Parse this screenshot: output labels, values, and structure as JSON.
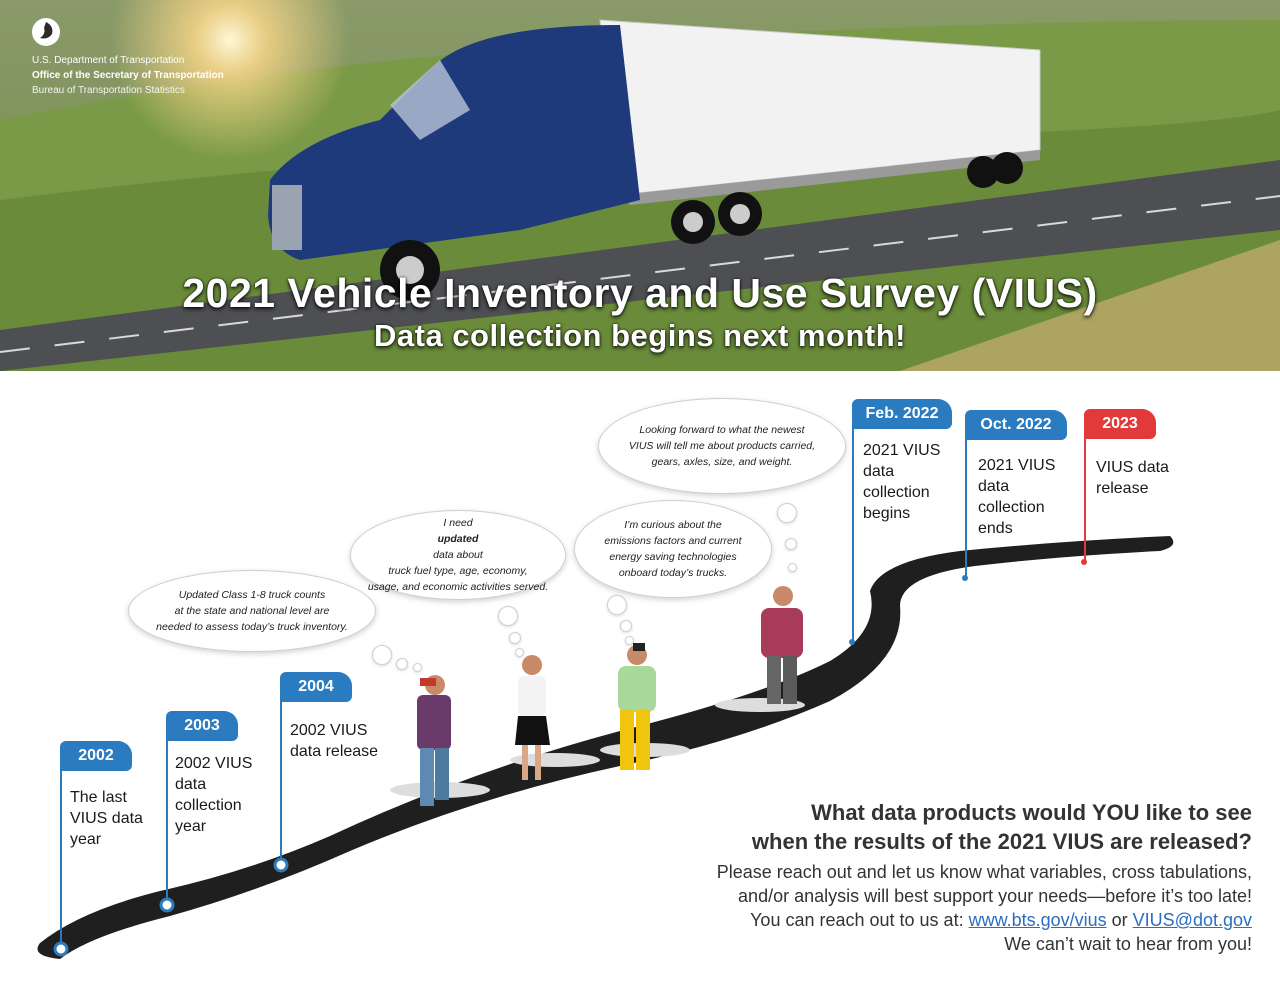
{
  "header": {
    "logo_line1": "U.S. Department of Transportation",
    "logo_line2": "Office of the Secretary of Transportation",
    "logo_line3": "Bureau of Transportation Statistics",
    "title": "2021 Vehicle Inventory and Use Survey (VIUS)",
    "subtitle": "Data collection begins next month!"
  },
  "milestones": [
    {
      "year": "2002",
      "desc": "The last VIUS data year"
    },
    {
      "year": "2003",
      "desc": "2002 VIUS data collection year"
    },
    {
      "year": "2004",
      "desc": "2002 VIUS data release"
    },
    {
      "year": "Feb. 2022",
      "desc": "2021 VIUS data collection begins"
    },
    {
      "year": "Oct. 2022",
      "desc": "2021 VIUS data collection ends"
    },
    {
      "year": "2023",
      "desc": "VIUS data release"
    }
  ],
  "thoughts": {
    "t1_l1": "Updated Class 1-8 truck counts",
    "t1_l2": "at the state and national level are",
    "t1_l3": "needed to assess today’s truck inventory.",
    "t2_l1a": "I need ",
    "t2_l1b": "updated",
    "t2_l1c": " data about",
    "t2_l2": "truck fuel type, age, economy,",
    "t2_l3": "usage, and economic activities served.",
    "t3_l1": "I’m curious about the",
    "t3_l2": "emissions factors and current",
    "t3_l3": "energy saving technologies",
    "t3_l4": "onboard today’s trucks.",
    "t4_l1": "Looking forward to what the newest",
    "t4_l2": "VIUS will tell me about products carried,",
    "t4_l3": "gears, axles, size, and weight."
  },
  "cta": {
    "question_l1": "What data products would YOU like to see",
    "question_l2": "when the results of the 2021 VIUS are released?",
    "p1": "Please reach out and let us know what variables, cross tabulations,",
    "p2": "and/or analysis will best support your needs—before it’s too late!",
    "p3_prefix": "You can reach out to us at: ",
    "link1": "www.bts.gov/vius",
    "p3_mid": " or ",
    "link2": "VIUS@dot.gov",
    "p4": "We can’t wait to hear from you!"
  },
  "colors": {
    "timeline_blue": "#2a7bbf",
    "timeline_red": "#e23a3a",
    "road": "#1f1f1f",
    "link": "#2a6ec0"
  }
}
